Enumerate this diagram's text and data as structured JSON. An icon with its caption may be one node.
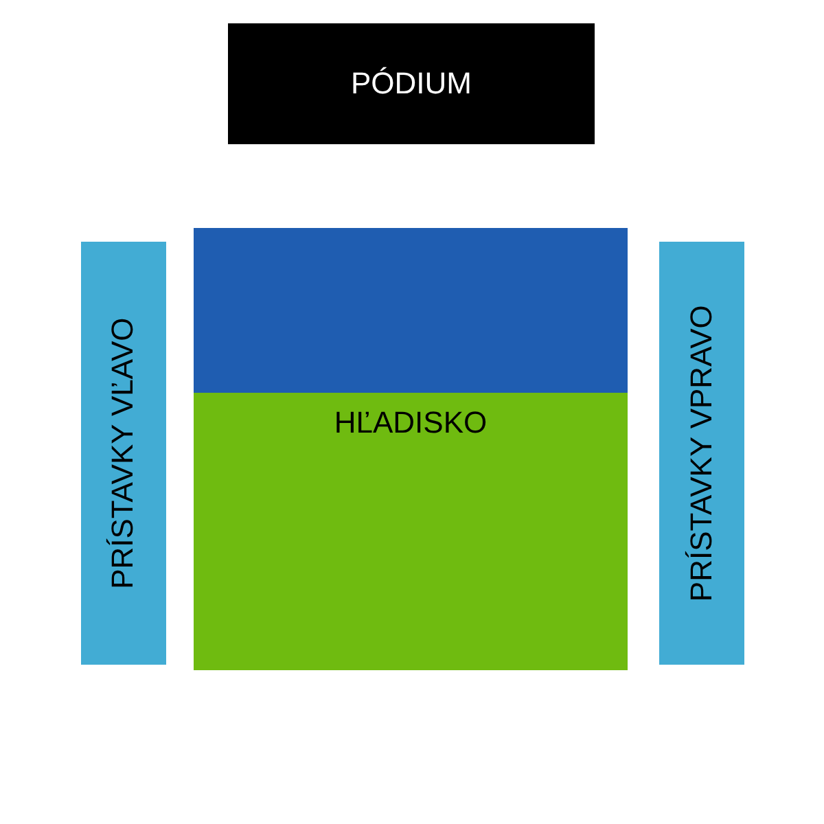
{
  "diagram": {
    "nodes": [
      {
        "text": [
          "PÓDIUM"
        ]
      },
      {
        "text": [],
        "shape": "box"
      },
      {
        "text": [
          "HĽADISKO"
        ]
      },
      {
        "text": [
          "PRÍSTAVKY VĽAVO"
        ]
      },
      {
        "text": [
          "PRÍSTAVKY VPRAVO"
        ]
      }
    ]
  }
}
